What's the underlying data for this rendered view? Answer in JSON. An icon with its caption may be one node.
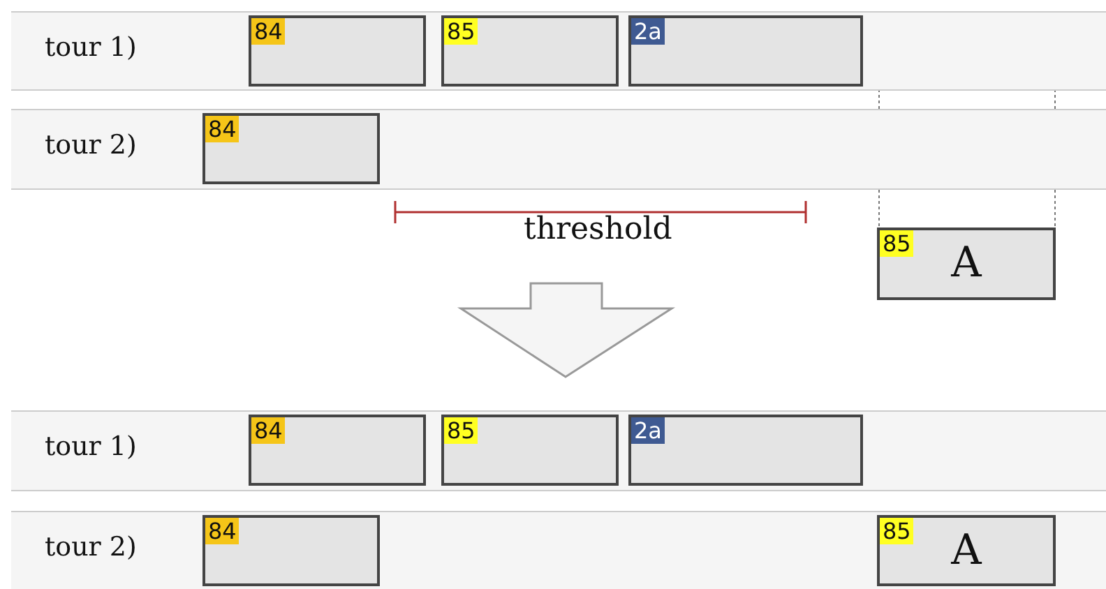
{
  "diagram": {
    "nodes": [
      {
        "text": [
          "tour 1)"
        ]
      },
      {
        "text": [
          "84"
        ],
        "in": 0
      },
      {
        "text": [
          "85"
        ],
        "in": 0
      },
      {
        "text": [
          "2a"
        ],
        "in": 0
      },
      {
        "text": [
          "tour 2)"
        ]
      },
      {
        "text": [
          "84"
        ],
        "in": 4
      },
      {
        "text": [
          "85",
          "A"
        ]
      },
      {
        "text": [
          "tour 1)"
        ]
      },
      {
        "text": [
          "84"
        ],
        "in": 7
      },
      {
        "text": [
          "85"
        ],
        "in": 7
      },
      {
        "text": [
          "2a"
        ],
        "in": 7
      },
      {
        "text": [
          "tour 2)"
        ]
      },
      {
        "text": [
          "84"
        ],
        "in": 11
      },
      {
        "text": [
          "85",
          "A"
        ],
        "in": 11
      }
    ],
    "edges": [],
    "labels": [
      "threshold"
    ]
  }
}
